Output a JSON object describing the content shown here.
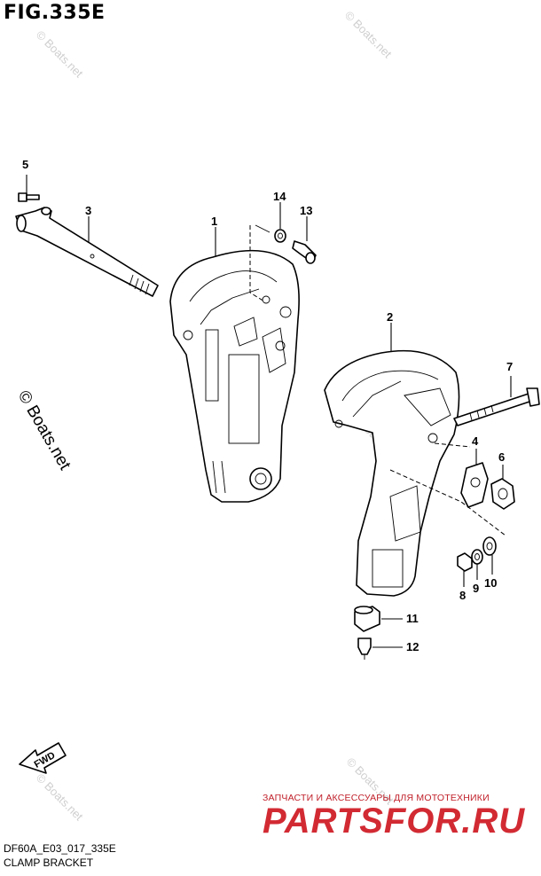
{
  "figure": {
    "title": "FIG.335E",
    "diagram_code": "DF60A_E03_017_335E",
    "diagram_name": "CLAMP BRACKET",
    "fwd_label": "FWD"
  },
  "callouts": [
    {
      "number": "1"
    },
    {
      "number": "2"
    },
    {
      "number": "3"
    },
    {
      "number": "4"
    },
    {
      "number": "5"
    },
    {
      "number": "6"
    },
    {
      "number": "7"
    },
    {
      "number": "8"
    },
    {
      "number": "9"
    },
    {
      "number": "10"
    },
    {
      "number": "11"
    },
    {
      "number": "12"
    },
    {
      "number": "13"
    },
    {
      "number": "14"
    }
  ],
  "watermarks": {
    "small": "© Boats.net",
    "large": "© Boats.net",
    "color": "#cfcfcf"
  },
  "branding": {
    "tagline": "ЗАПЧАСТИ И АКСЕССУАРЫ ДЛЯ МОТОТЕХНИКИ",
    "logo": "PARTSFOR.RU",
    "color": "#d22a33"
  }
}
